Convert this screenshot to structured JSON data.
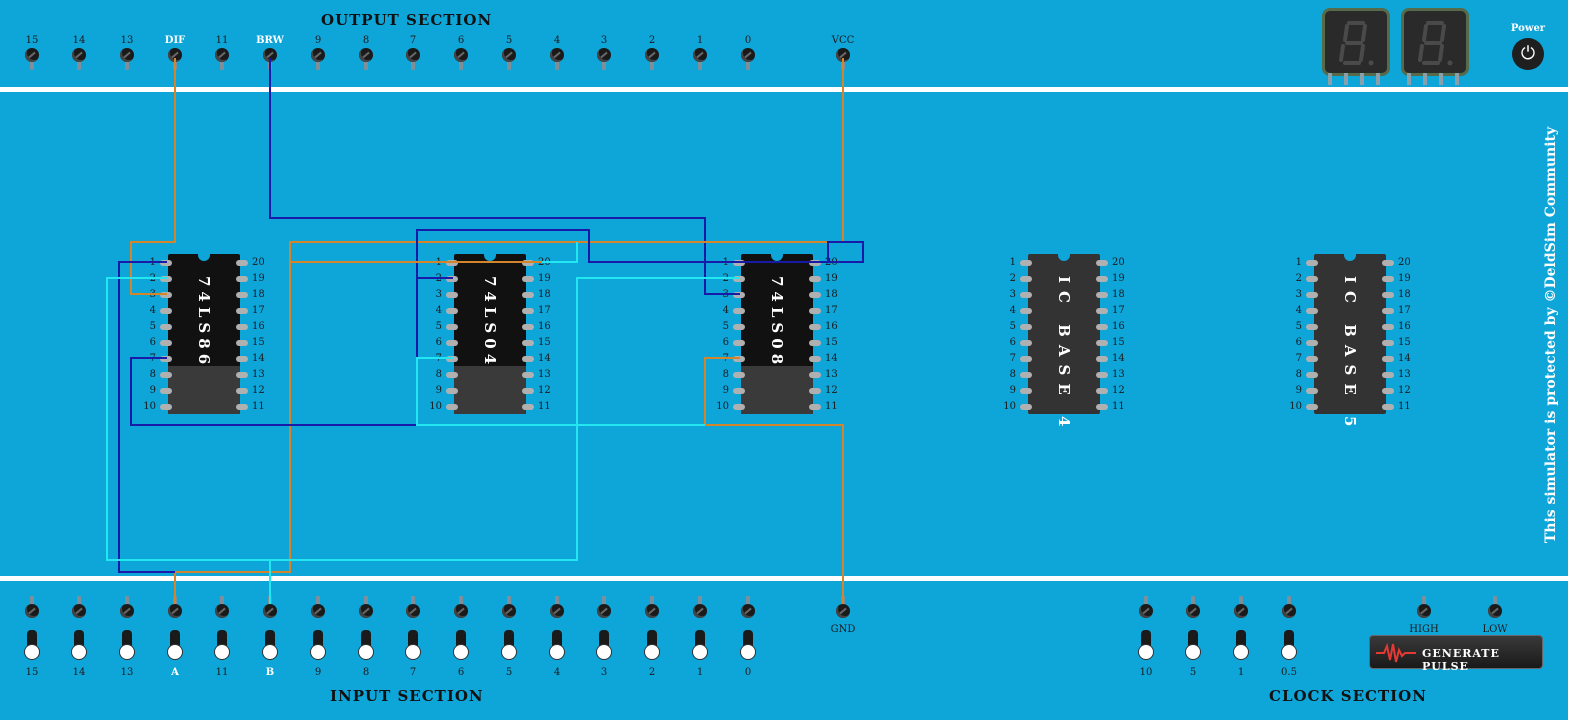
{
  "output_section": {
    "title": "OUTPUT SECTION",
    "pins": [
      "15",
      "14",
      "13",
      "DIF",
      "11",
      "BRW",
      "9",
      "8",
      "7",
      "6",
      "5",
      "4",
      "3",
      "2",
      "1",
      "0"
    ],
    "vcc_label": "VCC"
  },
  "power": {
    "label": "Power",
    "icon": "power-icon"
  },
  "seven_segment": {
    "count": 2,
    "digit": "8"
  },
  "chips": [
    {
      "id": "ic1",
      "label": "74LS86",
      "kind": "ic"
    },
    {
      "id": "ic2",
      "label": "74LS04",
      "kind": "ic"
    },
    {
      "id": "ic3",
      "label": "74LS08",
      "kind": "ic"
    },
    {
      "id": "ic4",
      "label": "IC BASE 4",
      "kind": "base"
    },
    {
      "id": "ic5",
      "label": "IC BASE 5",
      "kind": "base"
    }
  ],
  "chip_pins": {
    "left": [
      "1",
      "2",
      "3",
      "4",
      "5",
      "6",
      "7",
      "8",
      "9",
      "10"
    ],
    "right": [
      "20",
      "19",
      "18",
      "17",
      "16",
      "15",
      "14",
      "13",
      "12",
      "11"
    ]
  },
  "copyright": "This simulator is protected by ©DeldSim Community",
  "input_section": {
    "title": "INPUT SECTION",
    "switches": [
      "15",
      "14",
      "13",
      "A",
      "11",
      "B",
      "9",
      "8",
      "7",
      "6",
      "5",
      "4",
      "3",
      "2",
      "1",
      "0"
    ],
    "gnd_label": "GND"
  },
  "clock_section": {
    "title": "CLOCK SECTION",
    "rates": [
      "10",
      "5",
      "1",
      "0.5"
    ],
    "high_label": "HIGH",
    "low_label": "LOW",
    "pulse_button": "GENERATE PULSE"
  },
  "colors": {
    "board": "#0ea5d9",
    "wire_orange": "#d4852a",
    "wire_navy": "#1a1aa8",
    "wire_cyan": "#22e6f0"
  }
}
